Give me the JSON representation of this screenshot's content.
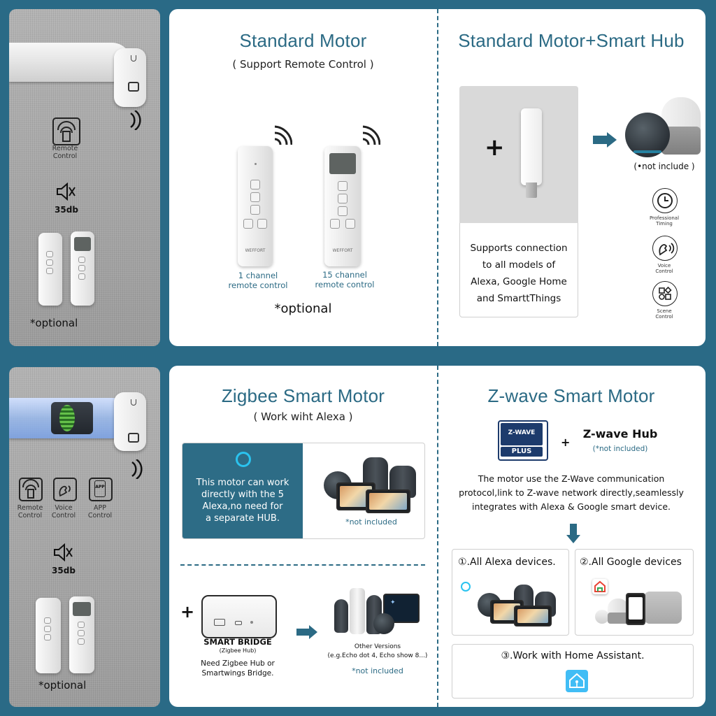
{
  "top": {
    "side": {
      "remote_label": "Remote\nControl",
      "noise_value": "35db",
      "optional": "*optional"
    },
    "standard": {
      "title": "Standard Motor",
      "subtitle": "( Support Remote Control )",
      "remote1": "1 channel\nremote control",
      "remote2": "15 channel\nremote control",
      "remote_brand": "WEFFORT",
      "optional": "*optional"
    },
    "hub": {
      "title": "Standard Motor+Smart Hub",
      "plus": "+",
      "support_text": "Supports connection\nto all models of\nAlexa, Google Home\nand SmarttThings",
      "not_include": "(•not include )",
      "features": [
        "Professional\nTiming",
        "Voice\nControl",
        "Scene\nControl"
      ]
    }
  },
  "bottom": {
    "side": {
      "features": [
        "Remote\nControl",
        "Voice\nControl",
        "APP\nControl"
      ],
      "app_badge": "APP",
      "noise_value": "35db",
      "optional": "*optional"
    },
    "zigbee": {
      "title": "Zigbee Smart Motor",
      "subtitle": "( Work wiht Alexa )",
      "alexa_text": "This motor can work\ndirectly with the 5\nAlexa,no need for\na separate HUB.",
      "not_included": "*not included",
      "plus": "+",
      "bridge_title": "SMART BRIDGE",
      "bridge_sub": "(Zigbee Hub)",
      "bridge_need": "Need Zigbee Hub or\nSmartwings Bridge.",
      "other_versions": "Other Versions\n(e.g.Echo dot 4, Echo show 8...)",
      "not_included2": "*not included"
    },
    "zwave": {
      "title": "Z-wave Smart Motor",
      "logo_top": "Z-WAVE",
      "logo_bottom": "PLUS",
      "plus": "+",
      "hub_title": "Z-wave Hub",
      "hub_note": "(*not included)",
      "desc": "The motor use the Z-Wave communication\nprotocol,link to Z-wave network directly,seamlessly\nintegrates with Alexa & Google smart device.",
      "box1": "①.All Alexa devices.",
      "box2": "②.All Google devices",
      "box3": "③.Work with Home Assistant."
    }
  },
  "colors": {
    "background": "#2a6a86",
    "accent": "#2b6a84",
    "alexa_panel": "#2d6c86",
    "alexa_ring": "#2ac3ef"
  }
}
